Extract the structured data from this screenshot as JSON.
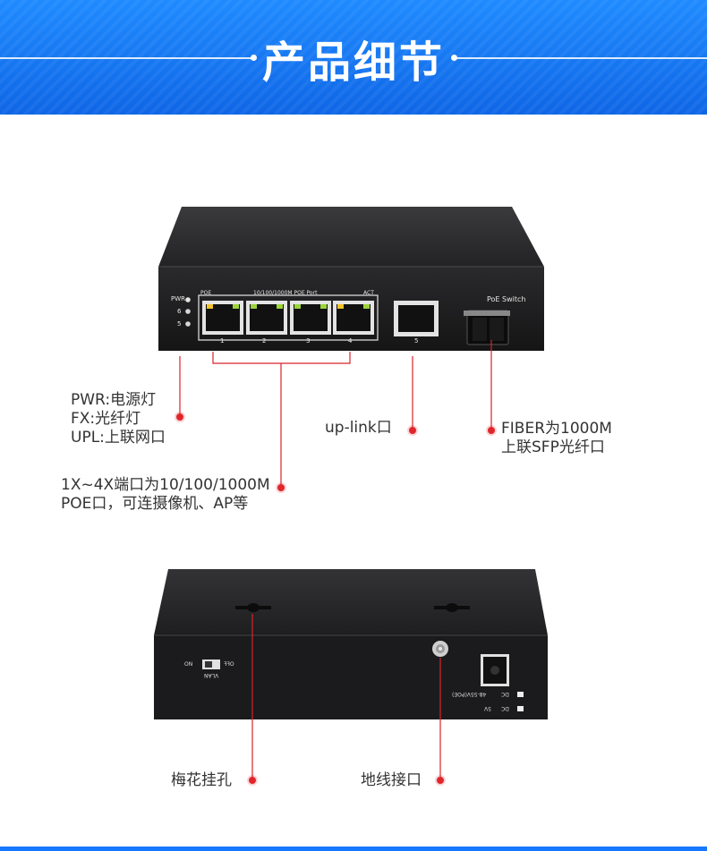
{
  "banner": {
    "title": "产品细节"
  },
  "front_panel": {
    "pwr": "PWR",
    "led6": "6",
    "led5": "5",
    "poe": "POE",
    "port_group_title": "10/100/1000M POE Port",
    "act": "ACT",
    "port_numbers": [
      "1",
      "2",
      "3",
      "4"
    ],
    "uplink_number": "5",
    "brand": "PoE Switch"
  },
  "rear_panel": {
    "switch_on": "ON",
    "switch_off": "OFF",
    "switch_name": "VLAN",
    "dc_label_1": "DC",
    "dc_value_1": "48-55V(POE)",
    "dc_label_2": "DC",
    "dc_value_2": "5V"
  },
  "callouts": {
    "led_lines": [
      "PWR:电源灯",
      "FX:光纤灯",
      "UPL:上联网口"
    ],
    "uplink": "up-link口",
    "fiber_lines": [
      "FIBER为1000M",
      "上联SFP光纤口"
    ],
    "ports_lines": [
      "1X~4X端口为10/100/1000M",
      "POE口，可连摄像机、AP等"
    ],
    "mount_hole": "梅花挂孔",
    "ground": "地线接口"
  },
  "colors": {
    "banner": "#1677ff",
    "device_body": "#1c1c1e",
    "callout_red": "#e0262c",
    "port_led_green": "#9bd43c"
  }
}
